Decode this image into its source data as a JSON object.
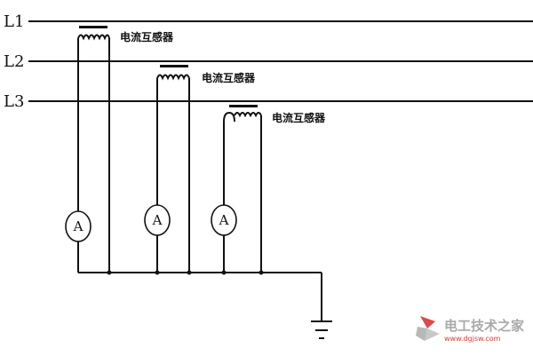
{
  "lines": [
    {
      "id": "L1",
      "label": "L1"
    },
    {
      "id": "L2",
      "label": "L2"
    },
    {
      "id": "L3",
      "label": "L3"
    }
  ],
  "transformers": [
    {
      "label": "电流互感器"
    },
    {
      "label": "电流互感器"
    },
    {
      "label": "电流互感器"
    }
  ],
  "meters": [
    {
      "label": "A"
    },
    {
      "label": "A"
    },
    {
      "label": "A"
    }
  ],
  "watermark": {
    "text": "电工技术之家",
    "url": "www.dgjsw.com"
  }
}
